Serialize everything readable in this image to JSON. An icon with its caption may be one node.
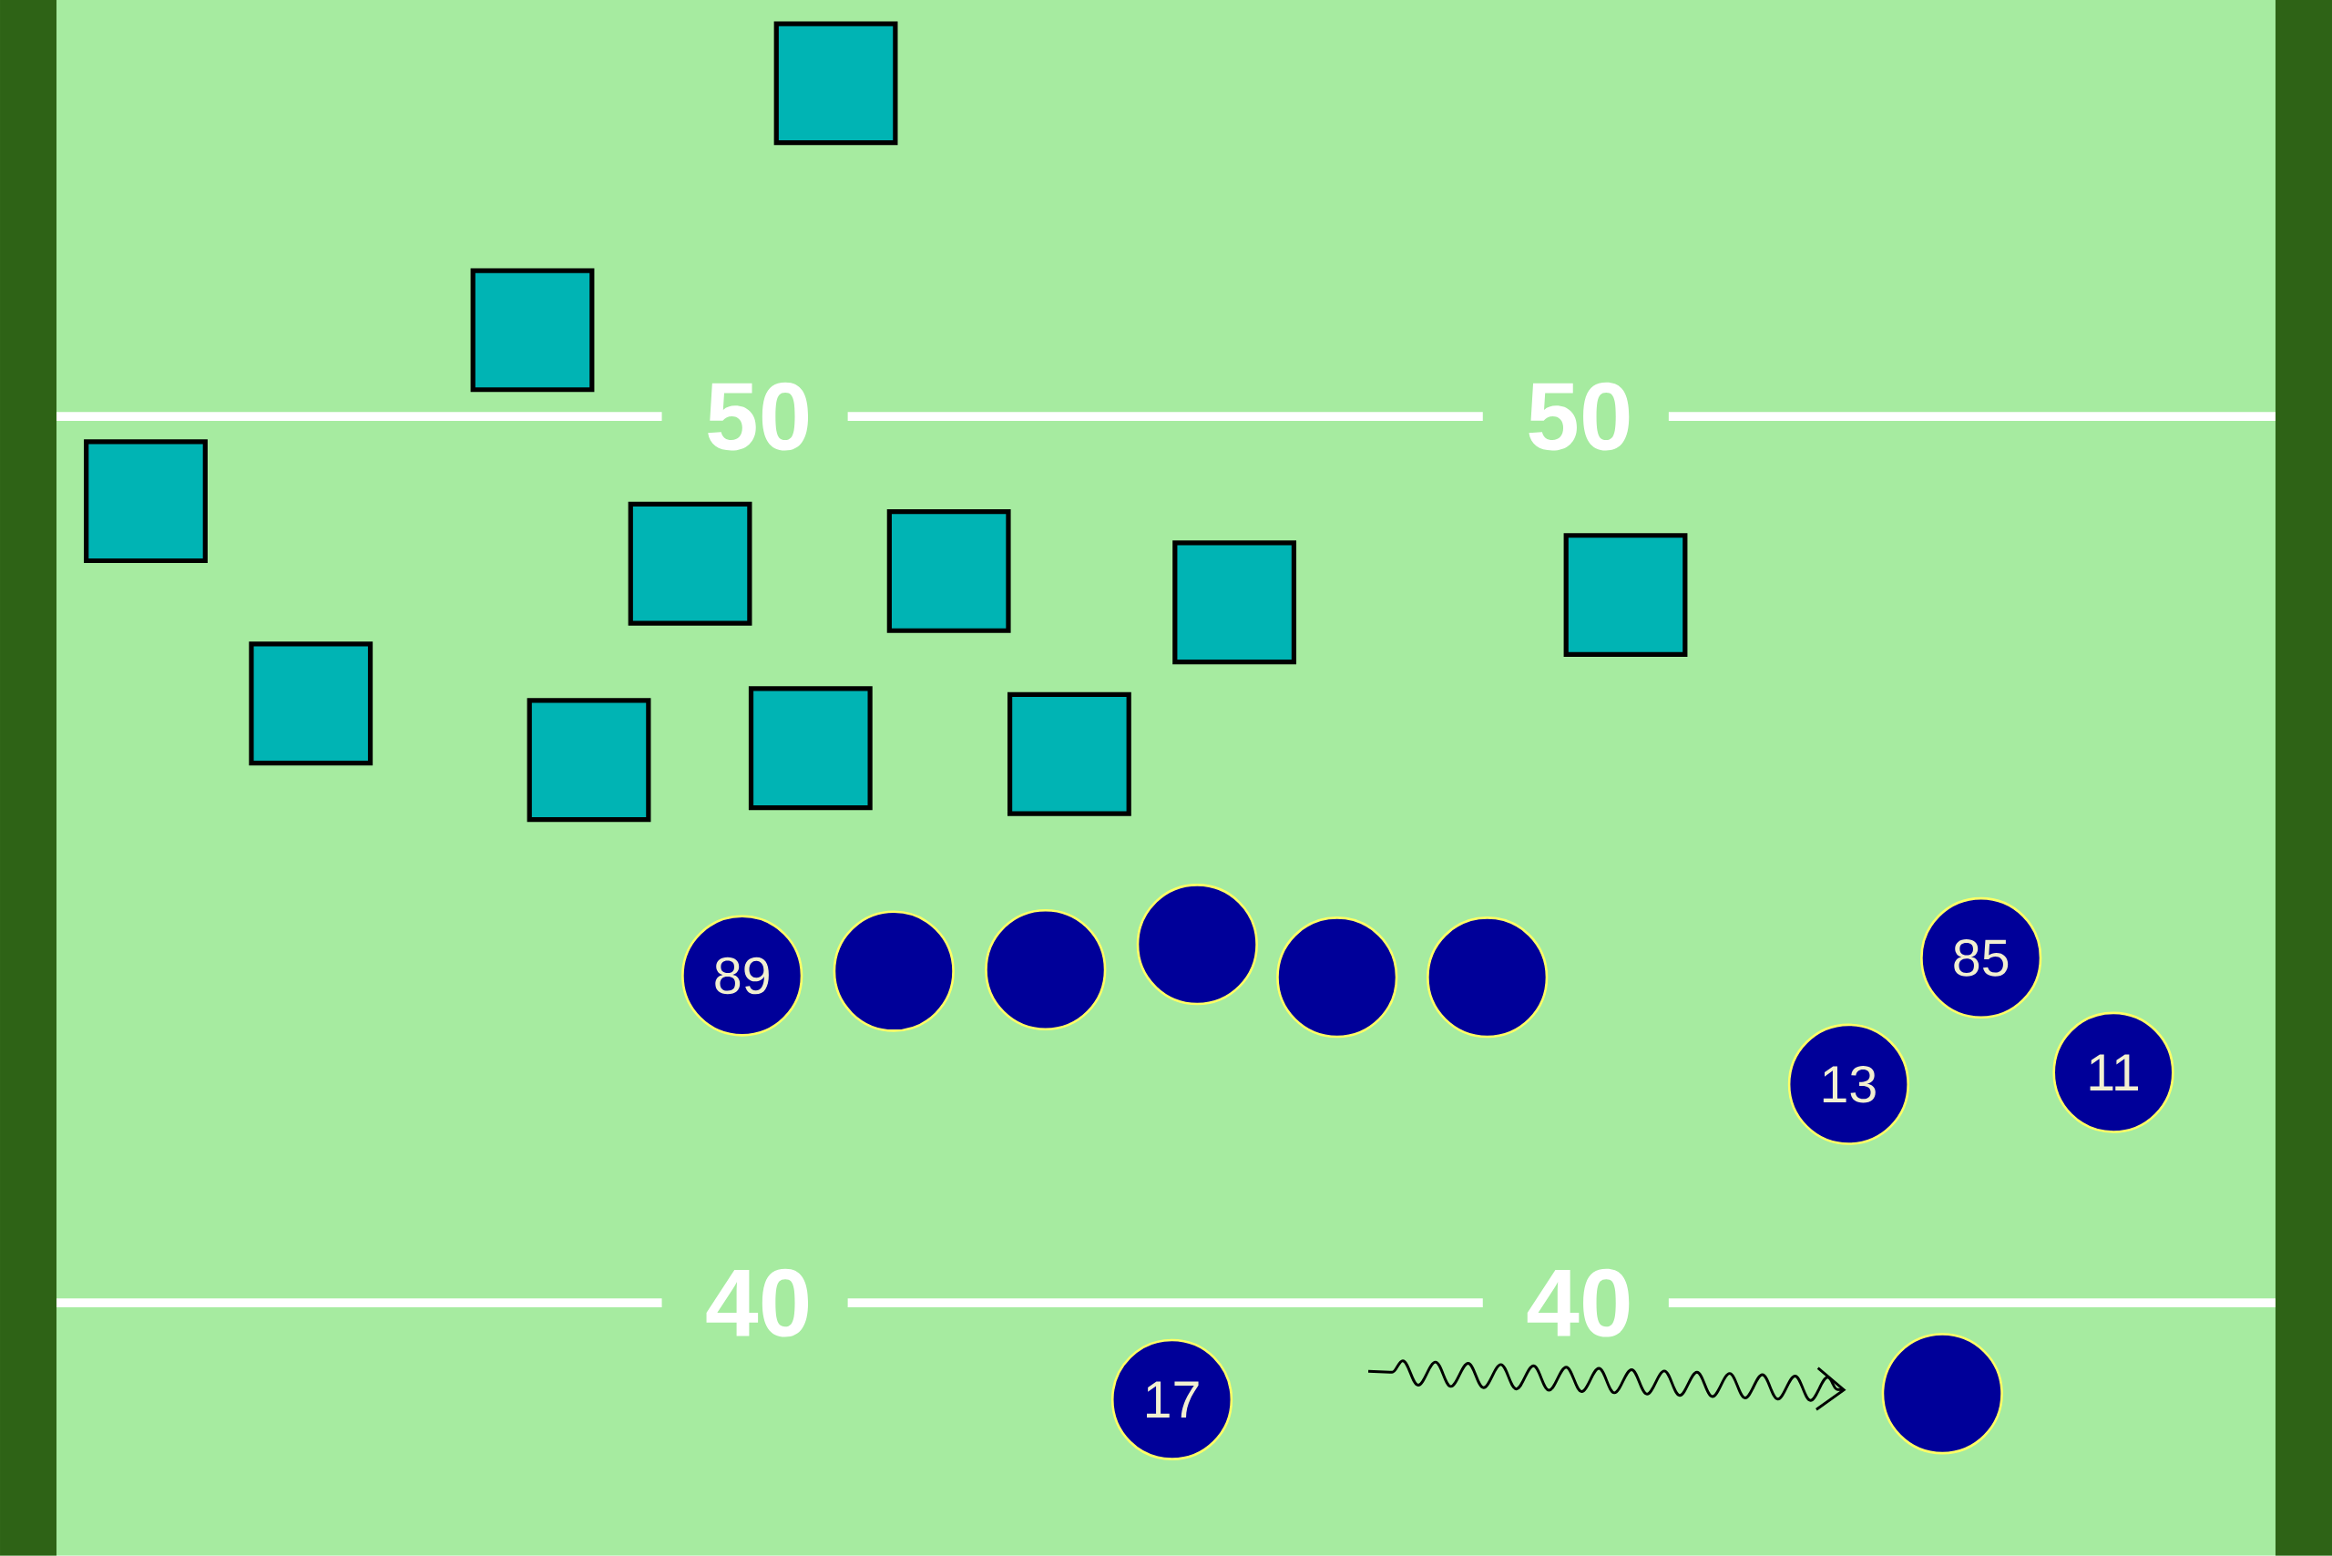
{
  "diagram": {
    "nodes": [
      {
        "text": [],
        "shape": "box"
      },
      {
        "text": [],
        "shape": "box"
      },
      {
        "text": [],
        "shape": "box"
      },
      {
        "text": [],
        "shape": "box"
      },
      {
        "text": [],
        "shape": "box"
      },
      {
        "text": [],
        "shape": "box"
      },
      {
        "text": [],
        "shape": "box"
      },
      {
        "text": [],
        "shape": "box"
      },
      {
        "text": [],
        "shape": "box"
      },
      {
        "text": [],
        "shape": "box"
      },
      {
        "text": [],
        "shape": "box"
      },
      {
        "text": [
          "89"
        ]
      },
      {
        "text": [],
        "shape": "circle"
      },
      {
        "text": [],
        "shape": "circle"
      },
      {
        "text": [],
        "shape": "circle"
      },
      {
        "text": [],
        "shape": "circle"
      },
      {
        "text": [],
        "shape": "circle"
      },
      {
        "text": [
          "85"
        ]
      },
      {
        "text": [
          "13"
        ]
      },
      {
        "text": [
          "11"
        ]
      },
      {
        "text": [
          "17"
        ]
      },
      {
        "text": [],
        "shape": "circle"
      }
    ],
    "edges": [
      {
        "from": null,
        "to": 21,
        "arrow": "to"
      }
    ],
    "labels": [
      "50",
      "50",
      "40",
      "40"
    ]
  }
}
